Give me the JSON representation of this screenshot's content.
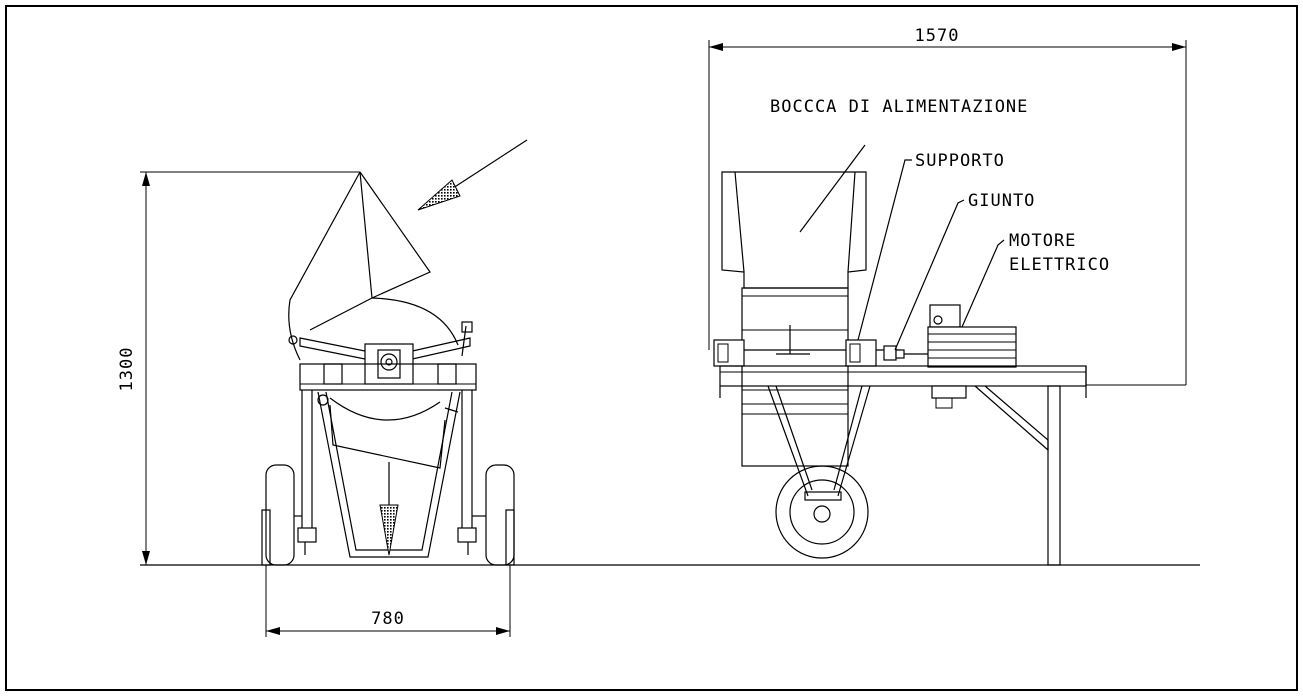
{
  "dimensions": {
    "overall_length": "1570",
    "overall_height": "1300",
    "overall_width": "780"
  },
  "labels": {
    "feed_mouth": "BOCCCA DI ALIMENTAZIONE",
    "support": "SUPPORTO",
    "coupling": "GIUNTO",
    "motor_line1": "MOTORE",
    "motor_line2": "ELETTRICO"
  }
}
